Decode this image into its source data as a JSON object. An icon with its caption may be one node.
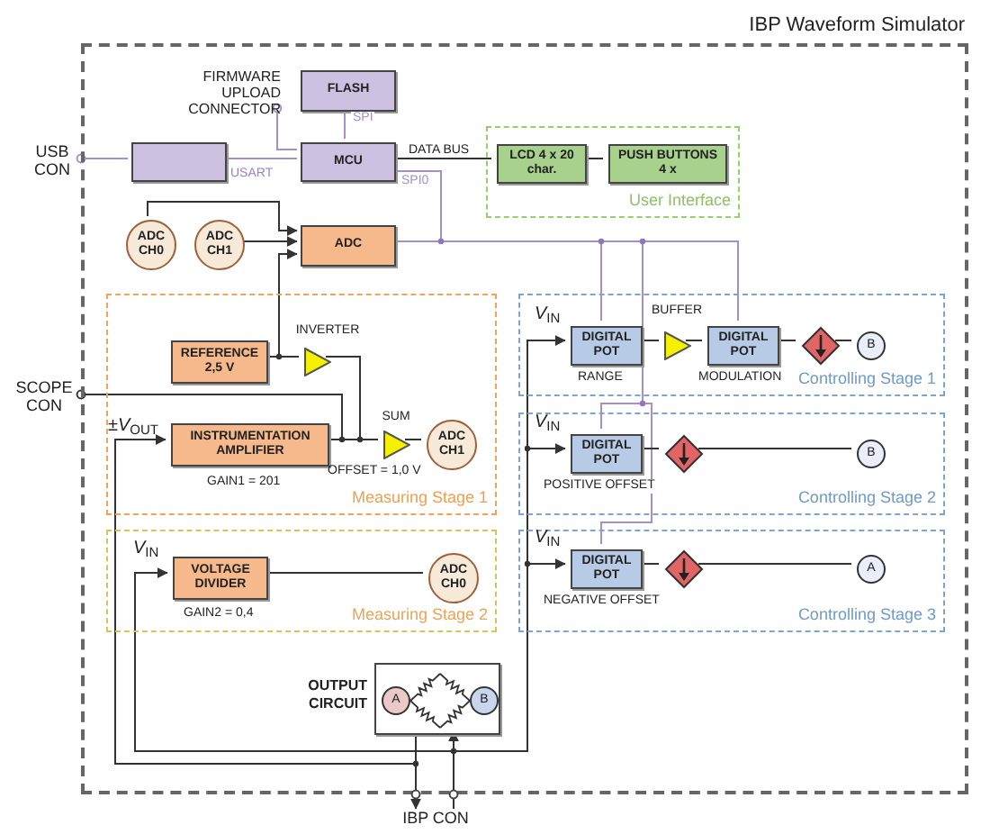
{
  "diagram": {
    "nodes": [
      {
        "text": [
          "IBP Waveform Simulator"
        ]
      },
      {
        "text": [
          "USB CON"
        ]
      },
      {
        "text": [
          "FIRMWARE UPLOAD CONNECTOR"
        ],
        "in": 0
      },
      {
        "text": [
          "FLASH"
        ],
        "in": 0
      },
      {
        "text": [],
        "shape": "box",
        "in": 0
      },
      {
        "text": [
          "MCU"
        ],
        "in": 0
      },
      {
        "text": [
          "User Interface"
        ],
        "in": 0
      },
      {
        "text": [
          "LCD 4 x 20 char."
        ],
        "in": 6
      },
      {
        "text": [
          "PUSH BUTTONS 4 x"
        ],
        "in": 6
      },
      {
        "text": [
          "ADC CH0"
        ],
        "in": 0
      },
      {
        "text": [
          "ADC CH1"
        ],
        "in": 0
      },
      {
        "text": [
          "ADC"
        ],
        "in": 0
      },
      {
        "text": [
          "Measuring Stage 1"
        ],
        "in": 0
      },
      {
        "text": [
          "REFERENCE 2,5 V"
        ],
        "in": 12
      },
      {
        "text": [
          "INVERTER"
        ],
        "in": 12
      },
      {
        "text": [
          "SUM"
        ],
        "in": 12
      },
      {
        "text": [
          "ADC CH1"
        ],
        "in": 12
      },
      {
        "text": [
          "INSTRUMENTATION AMPLIFIER"
        ],
        "in": 12,
        "beside": [
          "GAIN1 = 201"
        ]
      },
      {
        "text": [
          "Measuring Stage 2"
        ],
        "in": 0
      },
      {
        "text": [
          "VOLTAGE DIVIDER"
        ],
        "in": 18,
        "beside": [
          "GAIN2 = 0,4"
        ]
      },
      {
        "text": [
          "ADC CH0"
        ],
        "in": 18
      },
      {
        "text": [
          "Controlling Stage 1"
        ],
        "in": 0
      },
      {
        "text": [
          "DIGITAL POT"
        ],
        "in": 21,
        "beside": [
          "RANGE"
        ]
      },
      {
        "text": [
          "BUFFER"
        ],
        "in": 21
      },
      {
        "text": [
          "DIGITAL POT"
        ],
        "in": 21,
        "beside": [
          "MODULATION"
        ]
      },
      {
        "text": [],
        "shape": "diamond",
        "in": 21
      },
      {
        "text": [
          "B"
        ],
        "in": 21
      },
      {
        "text": [
          "Controlling Stage 2"
        ],
        "in": 0
      },
      {
        "text": [
          "DIGITAL POT"
        ],
        "in": 27,
        "beside": [
          "POSITIVE OFFSET"
        ]
      },
      {
        "text": [],
        "shape": "diamond",
        "in": 27
      },
      {
        "text": [
          "B"
        ],
        "in": 27
      },
      {
        "text": [
          "Controlling Stage 3"
        ],
        "in": 0
      },
      {
        "text": [
          "DIGITAL POT"
        ],
        "in": 31,
        "beside": [
          "NEGATIVE OFFSET"
        ]
      },
      {
        "text": [],
        "shape": "diamond",
        "in": 31
      },
      {
        "text": [
          "A"
        ],
        "in": 31
      },
      {
        "text": [],
        "shape": "box",
        "in": 0,
        "beside": [
          "OUTPUT CIRCUIT"
        ]
      },
      {
        "text": [
          "A"
        ],
        "in": 35
      },
      {
        "text": [
          "B"
        ],
        "in": 35
      },
      {
        "text": [
          "SCOPE CON"
        ]
      },
      {
        "text": [
          "IBP CON"
        ]
      }
    ],
    "edges": [
      {
        "from": 1,
        "to": 4,
        "arrow": "other",
        "color": "#a58fcc"
      },
      {
        "from": 4,
        "to": 5,
        "arrow": "none",
        "color": "#a58fcc"
      },
      {
        "from": 2,
        "to": 5,
        "arrow": "other",
        "color": "#a58fcc"
      },
      {
        "from": 5,
        "to": 3,
        "arrow": "none",
        "color": "#a58fcc",
        "label": "SPI"
      },
      {
        "from": 5,
        "to": 7,
        "arrow": "none",
        "label": "DATA BUS"
      },
      {
        "from": 7,
        "to": 8,
        "arrow": "none"
      },
      {
        "from": 5,
        "to": 11,
        "arrow": "none",
        "color": "#a58fcc",
        "label": "SPI0"
      },
      {
        "from": 5,
        "to": 22,
        "arrow": "none",
        "color": "#a58fcc"
      },
      {
        "from": 5,
        "to": 24,
        "arrow": "none",
        "color": "#a58fcc"
      },
      {
        "from": 5,
        "to": 28,
        "arrow": "none",
        "color": "#a58fcc"
      },
      {
        "from": 5,
        "to": 32,
        "arrow": "none",
        "color": "#a58fcc"
      },
      {
        "from": 9,
        "to": 11,
        "arrow": "to"
      },
      {
        "from": 10,
        "to": 11,
        "arrow": "to"
      },
      {
        "from": 13,
        "to": 11,
        "arrow": "to"
      },
      {
        "from": 13,
        "to": 14,
        "arrow": "none"
      },
      {
        "from": 14,
        "to": 15,
        "arrow": "none"
      },
      {
        "from": 17,
        "to": 15,
        "arrow": "none"
      },
      {
        "from": 38,
        "to": 17,
        "arrow": "other"
      },
      {
        "from": 15,
        "to": 16,
        "arrow": "none"
      },
      {
        "from": 19,
        "to": 20,
        "arrow": "none"
      },
      {
        "from": 35,
        "to": 39,
        "arrow": "to"
      },
      {
        "from": 35,
        "to": 17,
        "arrow": "to"
      },
      {
        "from": 39,
        "to": 35,
        "arrow": "to"
      },
      {
        "from": 39,
        "to": 19,
        "arrow": "to"
      },
      {
        "from": 39,
        "to": 22,
        "arrow": "to"
      },
      {
        "from": 39,
        "to": 28,
        "arrow": "to"
      },
      {
        "from": 39,
        "to": 32,
        "arrow": "to"
      },
      {
        "from": 22,
        "to": 23,
        "arrow": "none"
      },
      {
        "from": 23,
        "to": 24,
        "arrow": "none"
      },
      {
        "from": 24,
        "to": 25,
        "arrow": "none"
      },
      {
        "from": 25,
        "to": 26,
        "arrow": "none"
      },
      {
        "from": 28,
        "to": 29,
        "arrow": "none"
      },
      {
        "from": 29,
        "to": 30,
        "arrow": "none"
      },
      {
        "from": 32,
        "to": 33,
        "arrow": "none"
      },
      {
        "from": 33,
        "to": 34,
        "arrow": "none"
      }
    ],
    "labels": [
      "USART",
      "*V*$_{IN}$",
      "*V*$_{IN}$",
      "±*V*$_{OUT}$",
      "OFFSET = 1,0 V",
      "*V*$_{IN}$",
      "*V*$_{IN}$"
    ]
  }
}
